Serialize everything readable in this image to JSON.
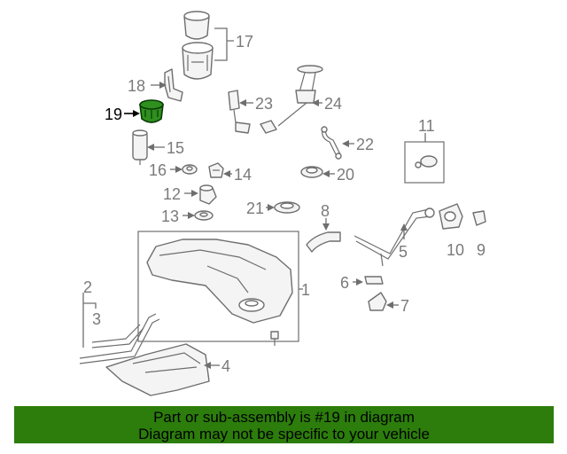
{
  "callouts": {
    "c1": "1",
    "c2": "2",
    "c3": "3",
    "c4": "4",
    "c5": "5",
    "c6": "6",
    "c7": "7",
    "c8": "8",
    "c9": "9",
    "c10": "10",
    "c11": "11",
    "c12": "12",
    "c13": "13",
    "c14": "14",
    "c15": "15",
    "c16": "16",
    "c17": "17",
    "c18": "18",
    "c19": "19",
    "c20": "20",
    "c21": "21",
    "c22": "22",
    "c23": "23",
    "c24": "24"
  },
  "highlight": {
    "part_number": "19",
    "color": "#2f8f1f"
  },
  "banner": {
    "line1": "Part or sub-assembly is #19 in diagram",
    "line2": "Diagram may not be specific to your vehicle",
    "background": "#2c7d0c"
  }
}
